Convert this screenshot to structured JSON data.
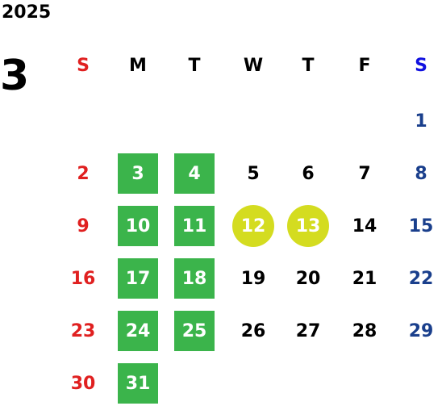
{
  "calendar": {
    "year": "2025",
    "month": "3",
    "weekdays": [
      "S",
      "M",
      "T",
      "W",
      "T",
      "F",
      "S"
    ],
    "colors": {
      "sunday": "#e02020",
      "saturday_header": "#1010e0",
      "saturday": "#1a3f8c",
      "weekday": "#000000",
      "highlight_square": "#3bb44b",
      "highlight_circle": "#d4dc20"
    },
    "days": [
      {
        "day": "1",
        "col": 6,
        "row": 0,
        "style": "plain"
      },
      {
        "day": "2",
        "col": 0,
        "row": 1,
        "style": "plain"
      },
      {
        "day": "3",
        "col": 1,
        "row": 1,
        "style": "square"
      },
      {
        "day": "4",
        "col": 2,
        "row": 1,
        "style": "square"
      },
      {
        "day": "5",
        "col": 3,
        "row": 1,
        "style": "plain"
      },
      {
        "day": "6",
        "col": 4,
        "row": 1,
        "style": "plain"
      },
      {
        "day": "7",
        "col": 5,
        "row": 1,
        "style": "plain"
      },
      {
        "day": "8",
        "col": 6,
        "row": 1,
        "style": "plain"
      },
      {
        "day": "9",
        "col": 0,
        "row": 2,
        "style": "plain"
      },
      {
        "day": "10",
        "col": 1,
        "row": 2,
        "style": "square"
      },
      {
        "day": "11",
        "col": 2,
        "row": 2,
        "style": "square"
      },
      {
        "day": "12",
        "col": 3,
        "row": 2,
        "style": "circle"
      },
      {
        "day": "13",
        "col": 4,
        "row": 2,
        "style": "circle"
      },
      {
        "day": "14",
        "col": 5,
        "row": 2,
        "style": "plain"
      },
      {
        "day": "15",
        "col": 6,
        "row": 2,
        "style": "plain"
      },
      {
        "day": "16",
        "col": 0,
        "row": 3,
        "style": "plain"
      },
      {
        "day": "17",
        "col": 1,
        "row": 3,
        "style": "square"
      },
      {
        "day": "18",
        "col": 2,
        "row": 3,
        "style": "square"
      },
      {
        "day": "19",
        "col": 3,
        "row": 3,
        "style": "plain"
      },
      {
        "day": "20",
        "col": 4,
        "row": 3,
        "style": "plain"
      },
      {
        "day": "21",
        "col": 5,
        "row": 3,
        "style": "plain"
      },
      {
        "day": "22",
        "col": 6,
        "row": 3,
        "style": "plain"
      },
      {
        "day": "23",
        "col": 0,
        "row": 4,
        "style": "plain"
      },
      {
        "day": "24",
        "col": 1,
        "row": 4,
        "style": "square"
      },
      {
        "day": "25",
        "col": 2,
        "row": 4,
        "style": "square"
      },
      {
        "day": "26",
        "col": 3,
        "row": 4,
        "style": "plain"
      },
      {
        "day": "27",
        "col": 4,
        "row": 4,
        "style": "plain"
      },
      {
        "day": "28",
        "col": 5,
        "row": 4,
        "style": "plain"
      },
      {
        "day": "29",
        "col": 6,
        "row": 4,
        "style": "plain"
      },
      {
        "day": "30",
        "col": 0,
        "row": 5,
        "style": "plain"
      },
      {
        "day": "31",
        "col": 1,
        "row": 5,
        "style": "square"
      }
    ]
  }
}
